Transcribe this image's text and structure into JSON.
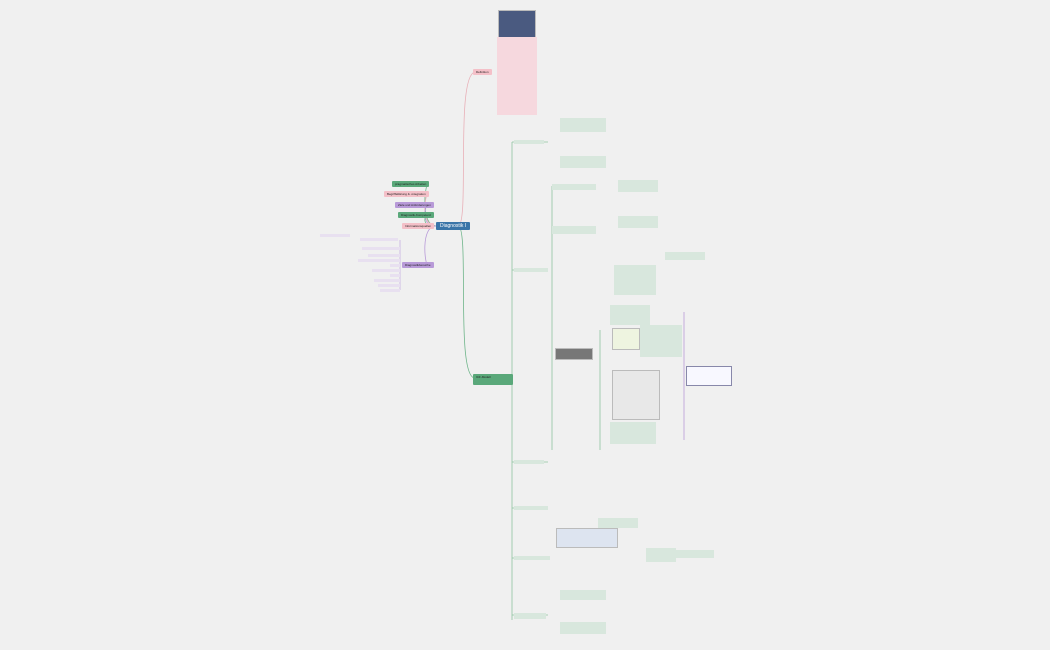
{
  "root": {
    "label": "Diagnostik I"
  },
  "left_branches": [
    {
      "label": "pragmatisches Arbeiten",
      "color": "#5aa87a"
    },
    {
      "label": "Begriffsklärung & -integration",
      "color": "#f4c0c8"
    },
    {
      "label": "Ziele und Anforderungen",
      "color": "#b89ad8"
    },
    {
      "label": "Diagnostik-Kompetenz",
      "color": "#5aa87a"
    },
    {
      "label": "Informationsquellen",
      "color": "#f4c0c8"
    },
    {
      "label": "Diagnostikbereiche",
      "color": "#b89ad8"
    }
  ],
  "right_branches": [
    {
      "label": "Definition",
      "color": "#f4c0c8"
    },
    {
      "label": "ICF-Modell",
      "color": "#5aa87a"
    }
  ]
}
